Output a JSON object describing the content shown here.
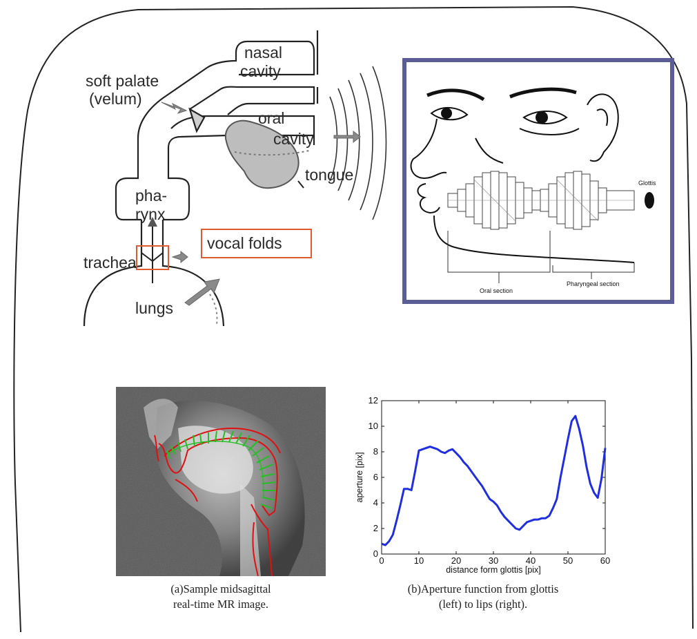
{
  "diagram": {
    "labels": {
      "soft_palate": "soft palate",
      "velum": "(velum)",
      "nasal": "nasal",
      "cavity_nasal": "cavity",
      "oral": "oral",
      "cavity_oral": "cavity",
      "tongue": "tongue",
      "pharynx_1": "pha-",
      "pharynx_2": "rynx",
      "vocal_folds": "vocal folds",
      "trachea": "trachea",
      "lungs": "lungs"
    }
  },
  "face_figure": {
    "labels": {
      "glottis": "Glottis",
      "oral_section": "Oral section",
      "pharyngeal_section": "Pharyngeal section"
    },
    "frame_color": "#5b5d96"
  },
  "mri": {
    "caption_line1": "(a)Sample midsagittal",
    "caption_line2": "real-time MR image.",
    "contour_color": "#e01010",
    "grid_color": "#22c022"
  },
  "chart_data": {
    "type": "line",
    "caption_line1": "(b)Aperture function from glottis",
    "caption_line2": "(left) to lips (right).",
    "xlabel": "distance form glottis [pix]",
    "ylabel": "aperture [pix]",
    "xlim": [
      0,
      60
    ],
    "ylim": [
      0,
      12
    ],
    "xticks": [
      "0",
      "10",
      "20",
      "30",
      "40",
      "50",
      "60"
    ],
    "yticks": [
      "0",
      "2",
      "4",
      "6",
      "8",
      "10",
      "12"
    ],
    "grid": false,
    "color": "#1f2ee0",
    "x": [
      0,
      1,
      2,
      3,
      4,
      5,
      6,
      7,
      8,
      9,
      10,
      11,
      12,
      13,
      14,
      15,
      16,
      17,
      18,
      19,
      20,
      21,
      22,
      23,
      24,
      25,
      26,
      27,
      28,
      29,
      30,
      31,
      32,
      33,
      34,
      35,
      36,
      37,
      38,
      39,
      40,
      41,
      42,
      43,
      44,
      45,
      46,
      47,
      48,
      49,
      50,
      51,
      52,
      53,
      54,
      55,
      56,
      57,
      58,
      59,
      60
    ],
    "y": [
      0.8,
      0.7,
      1.0,
      1.5,
      2.6,
      3.8,
      5.1,
      5.1,
      5.0,
      6.5,
      8.1,
      8.2,
      8.3,
      8.4,
      8.3,
      8.2,
      8.0,
      7.9,
      8.1,
      8.2,
      7.9,
      7.6,
      7.2,
      6.9,
      6.5,
      6.1,
      5.7,
      5.3,
      4.8,
      4.3,
      4.1,
      3.8,
      3.3,
      2.9,
      2.6,
      2.3,
      2.0,
      1.9,
      2.2,
      2.5,
      2.6,
      2.7,
      2.7,
      2.8,
      2.8,
      3.0,
      3.6,
      4.3,
      6.0,
      7.5,
      9.0,
      10.4,
      10.8,
      9.8,
      8.5,
      6.8,
      5.5,
      4.8,
      4.4,
      5.9,
      8.3
    ]
  }
}
